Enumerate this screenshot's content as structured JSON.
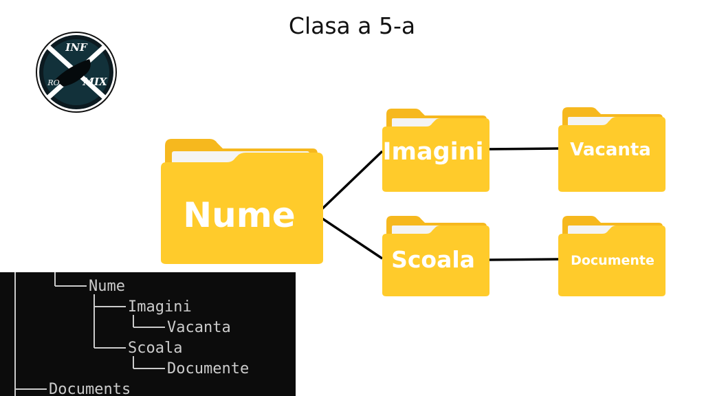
{
  "slide": {
    "title": "Clasa a 5-a"
  },
  "logo": {
    "top": "INF",
    "left": "RO",
    "right": "MIX"
  },
  "folders": {
    "nume": "Nume",
    "imagini": "Imagini",
    "scoala": "Scoala",
    "vacanta": "Vacanta",
    "documente": "Documente"
  },
  "terminal": {
    "lines": [
      "Nume",
      "Imagini",
      "Vacanta",
      "Scoala",
      "Documente",
      "Documents"
    ]
  },
  "colors": {
    "folder_front": "#FFCB2B",
    "folder_back": "#F6B81E",
    "paper": "#F4F4F4",
    "connector": "#000000",
    "terminal_bg": "#0C0C0C",
    "terminal_text": "#CCCCCC"
  }
}
